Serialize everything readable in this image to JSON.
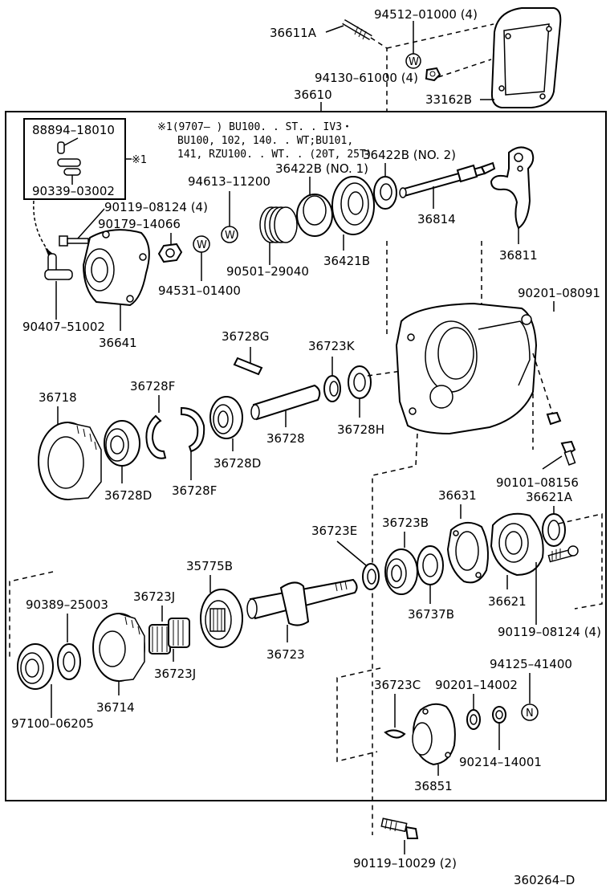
{
  "diagram": {
    "reference_code": "360264–D",
    "note": {
      "marker": "※1",
      "lines": [
        "※1(9707–      ) BU100. . ST. . IV3・",
        "BU100, 102, 140. . WT;BU101,",
        "141, RZU100. . WT. . (20T, 25T)"
      ]
    },
    "inset": {
      "top_label": "88894–18010",
      "bottom_label": "90339–03002",
      "marker": "※1"
    },
    "marks": {
      "w1": "W",
      "w2": "W",
      "w3": "W",
      "n1": "N"
    },
    "labels": {
      "p36611A": "36611A",
      "p94512": "94512–01000 (4)",
      "p94130": "94130–61000 (4)",
      "p33162B": "33162B",
      "p36610": "36610",
      "p36422B1": "36422B (NO. 1)",
      "p36422B2": "36422B (NO. 2)",
      "p94613": "94613–11200",
      "p90119a": "90119–08124 (4)",
      "p90179": "90179–14066",
      "p94531": "94531–01400",
      "p90501": "90501–29040",
      "p36421B": "36421B",
      "p36814": "36814",
      "p36811": "36811",
      "p90407": "90407–51002",
      "p36641": "36641",
      "p90201a": "90201–08091",
      "p36728G": "36728G",
      "p36723K": "36723K",
      "p36718": "36718",
      "p36728Fa": "36728F",
      "p36728": "36728",
      "p36728H": "36728H",
      "p36728Da": "36728D",
      "p36728Db": "36728D",
      "p36728Fb": "36728F",
      "p90101": "90101–08156",
      "p36631": "36631",
      "p36621A": "36621A",
      "p36723E": "36723E",
      "p36723B": "36723B",
      "p35775B": "35775B",
      "p36723Ja": "36723J",
      "p90389": "90389–25003",
      "p36737B": "36737B",
      "p36621": "36621",
      "p90119b": "90119–08124 (4)",
      "p36723": "36723",
      "p36723Jb": "36723J",
      "p36714": "36714",
      "p97100": "97100–06205",
      "p94125": "94125–41400",
      "p36723C": "36723C",
      "p90201b": "90201–14002",
      "p90214": "90214–14001",
      "p36851": "36851",
      "p90119c": "90119–10029 (2)"
    }
  }
}
